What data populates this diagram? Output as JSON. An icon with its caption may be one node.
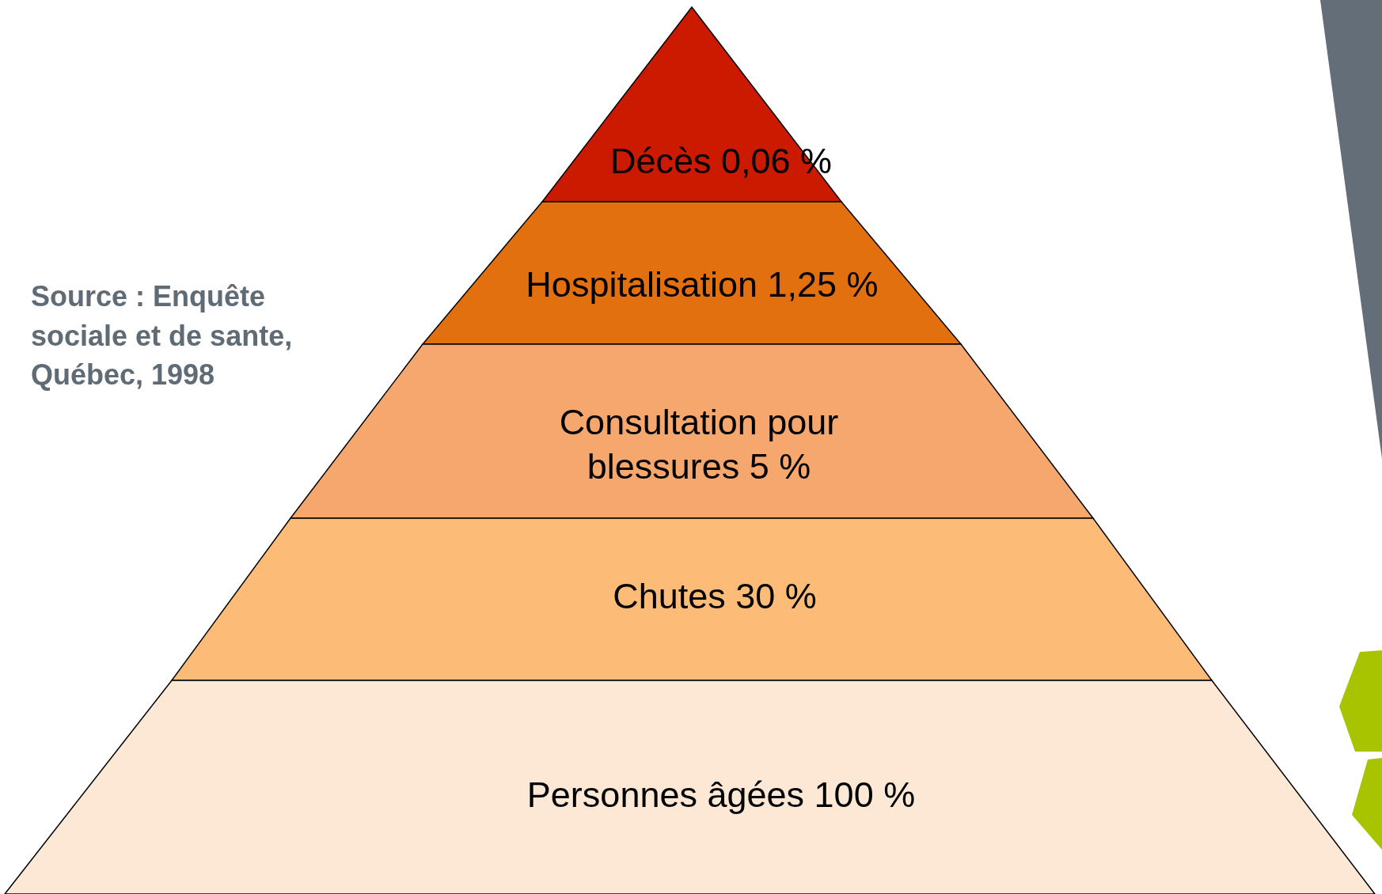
{
  "diagram": {
    "nodes": [
      {
        "text": [
          "Décès 0,06 %"
        ]
      },
      {
        "text": [
          "Hospitalisation 1,25 %"
        ]
      },
      {
        "text": [
          "Consultation pour blessures 5 %"
        ]
      },
      {
        "text": [
          "Chutes 30 %"
        ]
      },
      {
        "text": [
          "Personnes âgées 100 %"
        ]
      }
    ],
    "labels": [
      "Source : Enquête sociale et de sante, Québec, 1998"
    ]
  }
}
